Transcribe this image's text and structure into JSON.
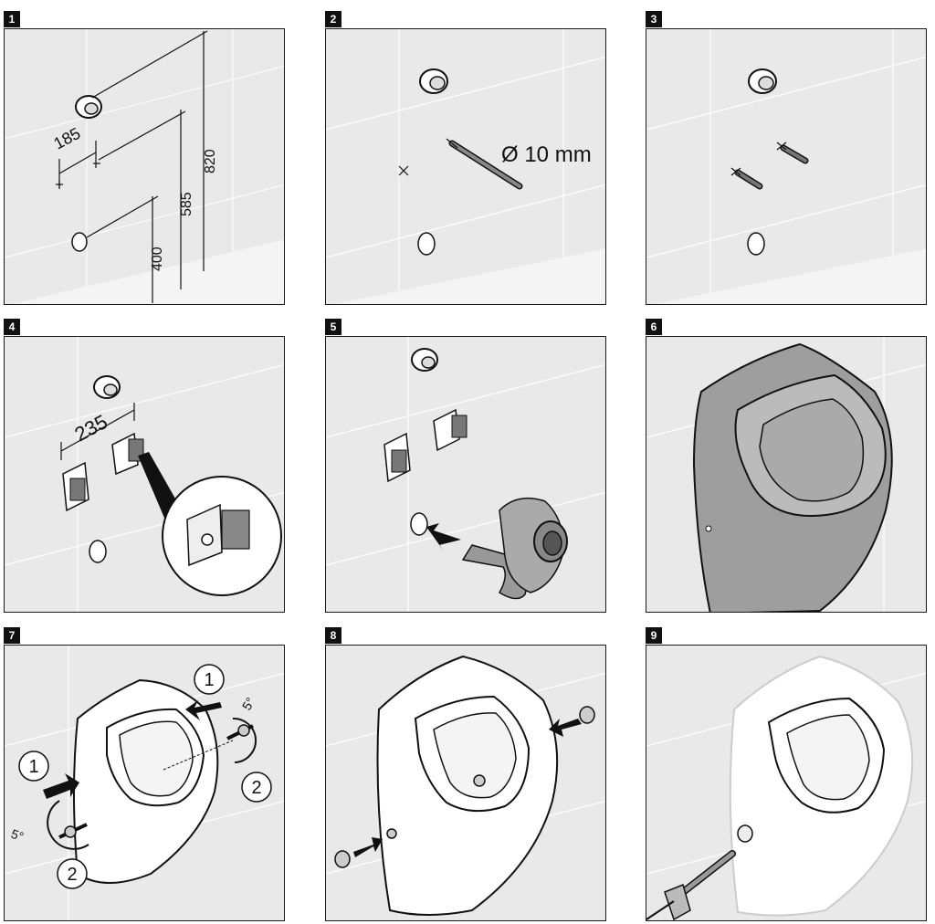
{
  "steps": [
    {
      "number": "1",
      "labels": {
        "d185": "185",
        "d820": "820",
        "d585": "585",
        "d400": "400"
      }
    },
    {
      "number": "2",
      "labels": {
        "drill": "Ø 10 mm"
      }
    },
    {
      "number": "3"
    },
    {
      "number": "4",
      "labels": {
        "d235": "235"
      }
    },
    {
      "number": "5"
    },
    {
      "number": "6"
    },
    {
      "number": "7",
      "labels": {
        "one_a": "1",
        "two_a": "2",
        "one_b": "1",
        "two_b": "2",
        "angle_a": "5°",
        "angle_b": "5°"
      }
    },
    {
      "number": "8"
    },
    {
      "number": "9"
    }
  ]
}
